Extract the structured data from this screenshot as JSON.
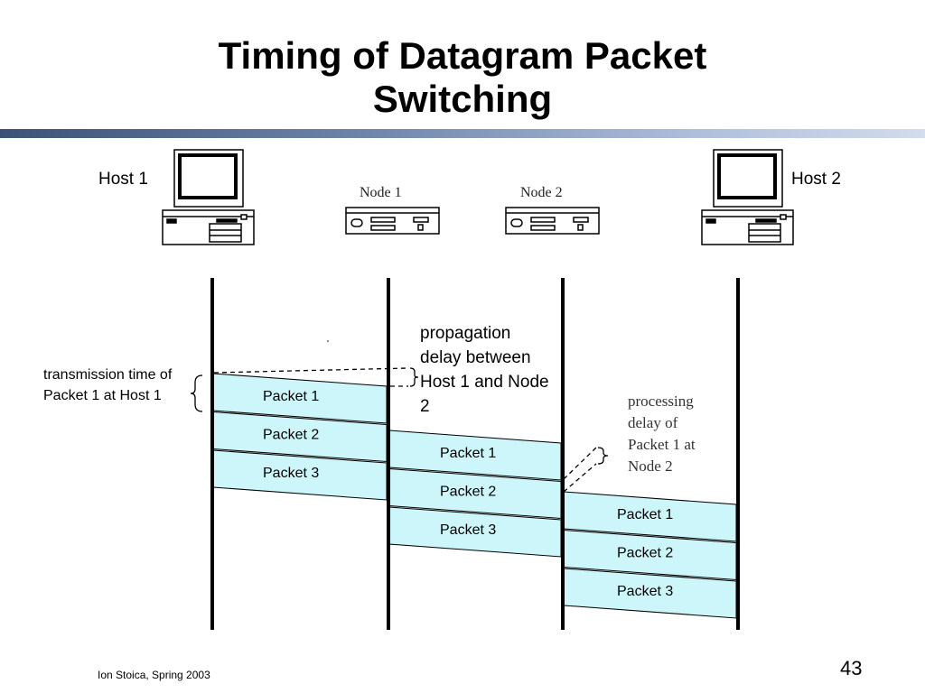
{
  "slide": {
    "title_line1": "Timing of Datagram Packet",
    "title_line2": "Switching",
    "footer": "Ion Stoica, Spring 2003",
    "page_number": "43"
  },
  "hosts": {
    "host1": "Host 1",
    "host2": "Host 2"
  },
  "nodes": {
    "node1": "Node 1",
    "node2": "Node 2"
  },
  "annotations": {
    "transmission_time": "transmission time of Packet 1 at Host 1",
    "propagation_delay": "propagation delay between Host 1 and Node 2",
    "processing_delay": "processing delay of Packet 1 at Node 2"
  },
  "links": [
    {
      "name": "host1-to-node1",
      "packets": [
        "Packet 1",
        "Packet 2",
        "Packet 3"
      ]
    },
    {
      "name": "node1-to-node2",
      "packets": [
        "Packet 1",
        "Packet 2",
        "Packet 3"
      ]
    },
    {
      "name": "node2-to-host2",
      "packets": [
        "Packet 1",
        "Packet 2",
        "Packet 3"
      ]
    }
  ],
  "colors": {
    "packet_fill": "#ccf6fa",
    "title_rule": "#3b5276"
  }
}
